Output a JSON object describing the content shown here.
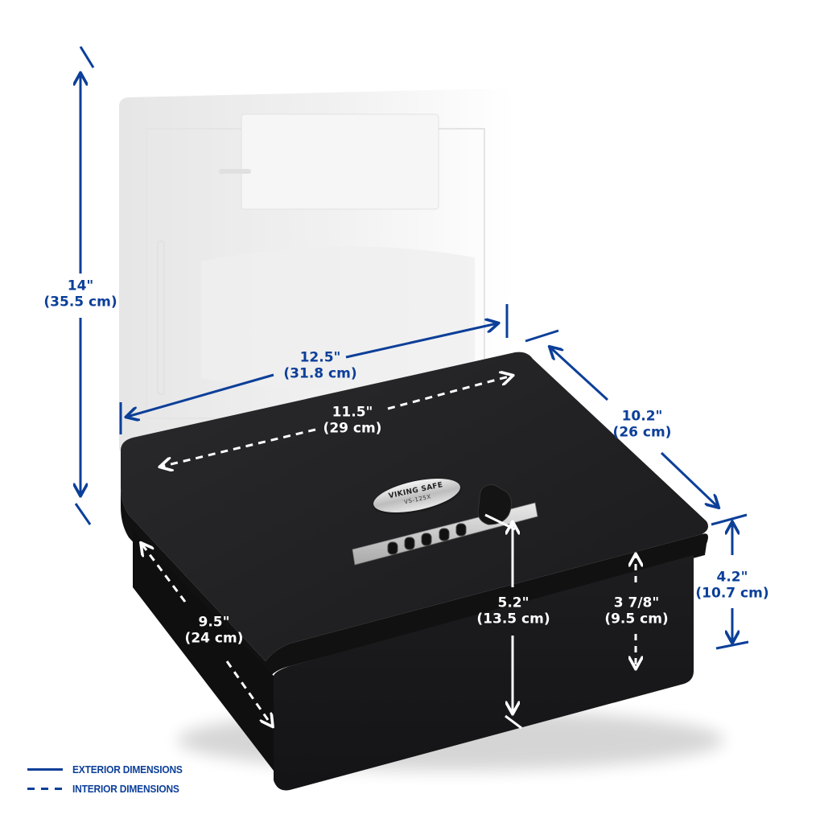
{
  "product": {
    "brand": "VIKING SAFE",
    "model": "VS-125X",
    "keypad_button_count": 5
  },
  "dimensions": {
    "height_open": {
      "inches": "14\"",
      "cm": "(35.5 cm)",
      "type": "exterior"
    },
    "width_exterior": {
      "inches": "12.5\"",
      "cm": "(31.8 cm)",
      "type": "exterior"
    },
    "width_interior": {
      "inches": "11.5\"",
      "cm": "(29 cm)",
      "type": "interior"
    },
    "depth_exterior": {
      "inches": "10.2\"",
      "cm": "(26 cm)",
      "type": "exterior"
    },
    "depth_interior": {
      "inches": "9.5\"",
      "cm": "(24 cm)",
      "type": "interior"
    },
    "height_exterior": {
      "inches": "4.2\"",
      "cm": "(10.7 cm)",
      "type": "exterior"
    },
    "height_interior": {
      "inches": "3 7/8\"",
      "cm": "(9.5 cm)",
      "type": "interior"
    },
    "lid_opening": {
      "inches": "5.2\"",
      "cm": "(13.5 cm)",
      "type": "interior"
    }
  },
  "legend": {
    "items": [
      {
        "style": "solid",
        "label": "EXTERIOR DIMENSIONS"
      },
      {
        "style": "dashed",
        "label": "INTERIOR DIMENSIONS"
      }
    ]
  },
  "colors": {
    "exterior_line": "#0c3f99",
    "interior_line": "#ffffff",
    "safe_body": "#1b1b1d",
    "lid_faded": "#f0f0f0",
    "background": "#ffffff"
  }
}
